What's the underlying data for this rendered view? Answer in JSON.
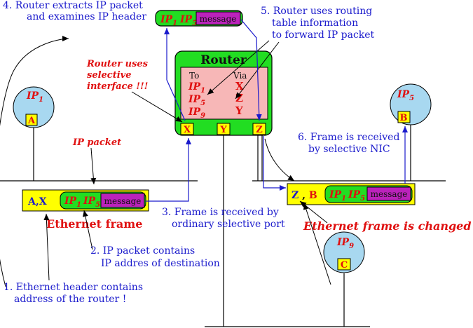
{
  "router": {
    "title": "Router",
    "table_to": "To",
    "table_via": "Via",
    "rows": [
      {
        "to": "IP1",
        "to_sub": "1",
        "via": "X"
      },
      {
        "to": "IP5",
        "to_sub": "5",
        "via": "Z"
      },
      {
        "to": "IP9",
        "to_sub": "9",
        "via": "Y"
      }
    ],
    "ports": [
      "X",
      "Y",
      "Z"
    ]
  },
  "hosts": {
    "a": {
      "ip": "IP",
      "ip_sub": "1",
      "mac": "A"
    },
    "b": {
      "ip": "IP",
      "ip_sub": "5",
      "mac": "B"
    },
    "c": {
      "ip": "IP",
      "ip_sub": "9",
      "mac": "C"
    }
  },
  "frames": {
    "top": {
      "src": "IP",
      "src_sub": "1",
      "dst": "IP",
      "dst_sub": "5",
      "message": "message"
    },
    "left": {
      "header": "A,X",
      "src": "IP",
      "src_sub": "1",
      "dst": "IP",
      "dst_sub": "5",
      "message": "message",
      "label": "Ethernet frame"
    },
    "right": {
      "header": "Z , B",
      "src": "IP",
      "src_sub": "1",
      "dst": "IP",
      "dst_sub": "5",
      "message": "message",
      "label": "Ethernet frame is changed !"
    }
  },
  "labels": {
    "ip_packet": "IP packet",
    "router_uses": [
      "Router uses",
      "selective",
      "interface !!!"
    ]
  },
  "notes": {
    "n1": [
      "1. Ethernet header contains",
      "address of the router !"
    ],
    "n2": [
      "2. IP packet contains",
      "IP addres of destination"
    ],
    "n3": [
      "3. Frame is received by",
      "ordinary selective port"
    ],
    "n4": [
      "4. Router extracts IP packet",
      "and examines IP header"
    ],
    "n5": [
      "5. Router uses routing",
      "table information",
      "to forward IP packet"
    ],
    "n6": [
      "6. Frame is received",
      "by selective NIC"
    ]
  },
  "colors": {
    "green": "#22dd22",
    "yellow": "#ffff00",
    "pink": "#f7b7b7",
    "magenta": "#bb22bb",
    "host_blue": "#a8d8f0",
    "note_blue": "#1a1acc",
    "red": "#e01010"
  }
}
